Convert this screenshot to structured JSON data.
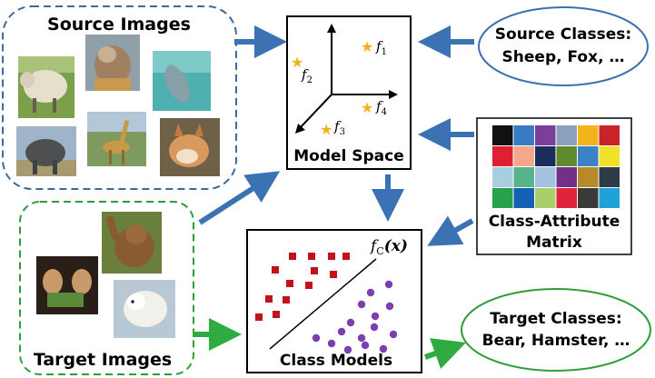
{
  "source_images": {
    "title": "Source Images"
  },
  "target_images": {
    "title": "Target Images"
  },
  "source_classes": {
    "line1": "Source Classes:",
    "line2": "Sheep, Fox, …"
  },
  "target_classes": {
    "line1": "Target Classes:",
    "line2": "Bear, Hamster, …"
  },
  "model_space": {
    "title": "Model Space",
    "points": [
      {
        "name": "f",
        "sub": "1"
      },
      {
        "name": "f",
        "sub": "2"
      },
      {
        "name": "f",
        "sub": "3"
      },
      {
        "name": "f",
        "sub": "4"
      }
    ]
  },
  "matrix": {
    "title_line1": "Class-Attribute",
    "title_line2": "Matrix",
    "rows": [
      [
        "#111111",
        "#3a7cc4",
        "#7a3f9b",
        "#8aa0bc",
        "#f2b418",
        "#c8222b"
      ],
      [
        "#e01f32",
        "#f4a78a",
        "#1c2e5c",
        "#5f8a2d",
        "#3d82c8",
        "#f0e129"
      ],
      [
        "#a8cfe0",
        "#57b48a",
        "#a3c1df",
        "#73308a",
        "#b88a27",
        "#2f3c48"
      ],
      [
        "#27a24a",
        "#1360b4",
        "#a9cf6c",
        "#e0243a",
        "#3a3a3a",
        "#1fa2d8"
      ]
    ]
  },
  "class_models": {
    "title": "Class Models",
    "boundary_label": "f",
    "boundary_sub": "C",
    "boundary_arg": "(x)"
  },
  "colors": {
    "blue_arrow": "#3a72b4",
    "green_arrow": "#2fac3f",
    "source_border": "#3a6aa0",
    "target_border": "#2f9e3a",
    "source_class_border": "#3f6fb0",
    "target_class_border": "#2f9e3a",
    "star": "#f2b01e",
    "square": "#c0121c",
    "dot": "#7b3fb0"
  }
}
